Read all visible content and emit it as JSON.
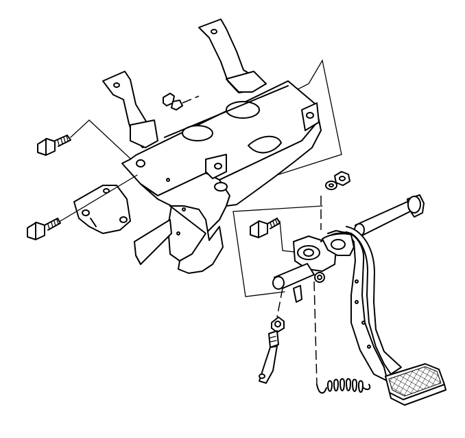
{
  "diagram": {
    "parts": [
      "pedal-bracket",
      "bracket-bolt-upper",
      "bracket-bolt-lower",
      "bracket-stud-bolt",
      "brace-plate",
      "pedal-pivot-bolt",
      "pivot-nut",
      "pivot-washer",
      "pivot-bolt",
      "pivot-sleeve",
      "brake-pedal-arm",
      "pedal-pad",
      "return-spring",
      "pushrod-bushing",
      "clevis-link"
    ]
  }
}
